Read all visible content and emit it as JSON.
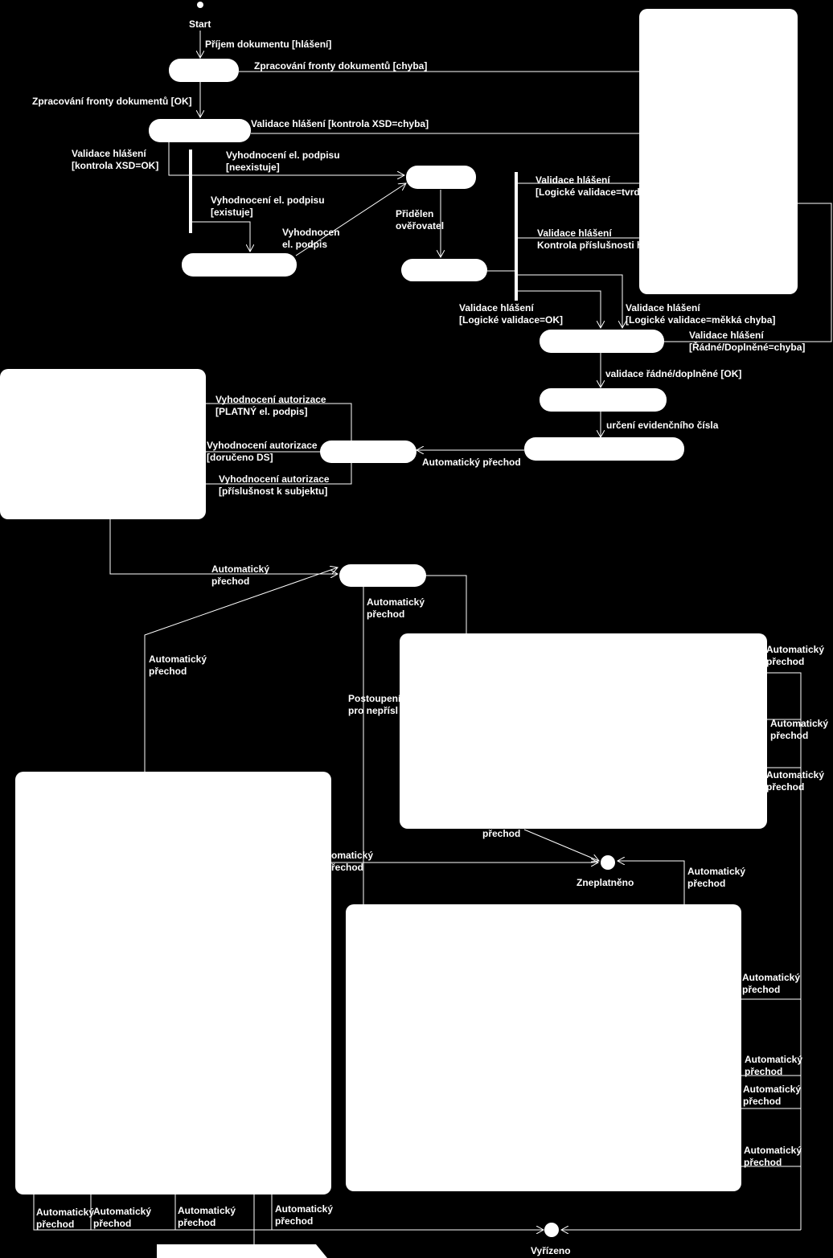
{
  "nodes": {
    "start": "Start",
    "zneplatneno": "Zneplatněno",
    "vyrizeno": "Vyřízeno"
  },
  "transitions": {
    "prijem": "Příjem dokumentu [hlášení]",
    "fronta_chyba": "Zpracování fronty dokumentů [chyba]",
    "fronta_ok": "Zpracování fronty dokumentů [OK]",
    "xsd_chyba": "Validace hlášení [kontrola XSD=chyba]",
    "xsd_ok": "Validace hlášení\n[kontrola XSD=OK]",
    "podpis_neex": "Vyhodnocení el. podpisu\n[neexistuje]",
    "podpis_ex": "Vyhodnocení el. podpisu\n[existuje]",
    "podpis_vyh": "Vyhodnocen\nel. podpis",
    "prideleni": "Přidělen\nověřovatel",
    "log_tvrda": "Validace hlášení\n[Logické validace=tvrd",
    "prislusnost": "Validace hlášení\nKontrola příslušnosti h",
    "log_ok": "Validace hlášení\n[Logické validace=OK]",
    "log_mekka": "Validace hlášení\n[Logické validace=měkká chyba]",
    "radne_chyba": "Validace hlášení\n[Řádné/Doplněné=chyba]",
    "radne_ok": "validace řádné/doplněné [OK]",
    "ev_cislo": "určení evidenčního čísla",
    "auto_ev": "Automatický přechod",
    "aut_podpis": "Vyhodnocení autorizace\n[PLATNÝ el. podpis]",
    "aut_ds": "Vyhodnocení autorizace\n[doručeno DS]",
    "aut_subjekt": "Vyhodnocení autorizace\n[příslušnost k subjektu]",
    "auto_2": "Automatický\npřechod",
    "auto_3": "Automatický\npřechod",
    "auto_4": "Automatický\npřechod",
    "postoupeni": "Postoupení\npro nepřísl",
    "auto_r1": "Automatický\npřechod",
    "auto_r2": "Automatický\npřechod",
    "auto_r3": "Automatický\npřechod",
    "prechod_only": "přechod",
    "auto_mid": "omatický\nřechod",
    "auto_zn": "Automatický\npřechod",
    "auto_b1": "Automatický\npřechod",
    "auto_b2": "Automatický\npřechod",
    "auto_b3": "Automatický\npřechod",
    "auto_b4": "Automatický\npřechod",
    "auto_f1": "Automatický\npřechod",
    "auto_f2": "Automatický\npřechod",
    "auto_f3": "Automatický\npřechod",
    "auto_f4": "Automatický\npřechod"
  }
}
